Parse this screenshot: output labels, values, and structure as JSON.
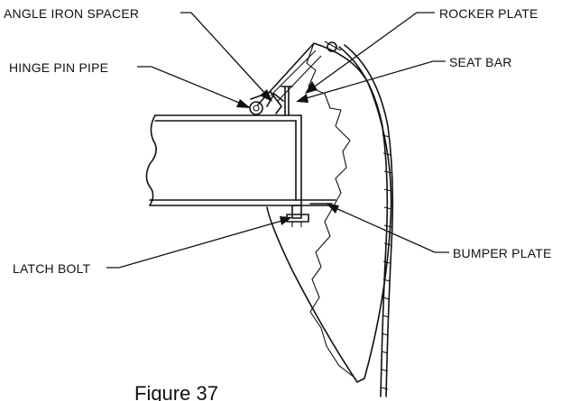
{
  "labels": {
    "angle_iron_spacer": "ANGLE IRON SPACER",
    "rocker_plate": "ROCKER PLATE",
    "hinge_pin_pipe": "HINGE PIN PIPE",
    "seat_bar": "SEAT BAR",
    "latch_bolt": "LATCH BOLT",
    "bumper_plate": "BUMPER PLATE"
  },
  "caption": "Figure 37"
}
